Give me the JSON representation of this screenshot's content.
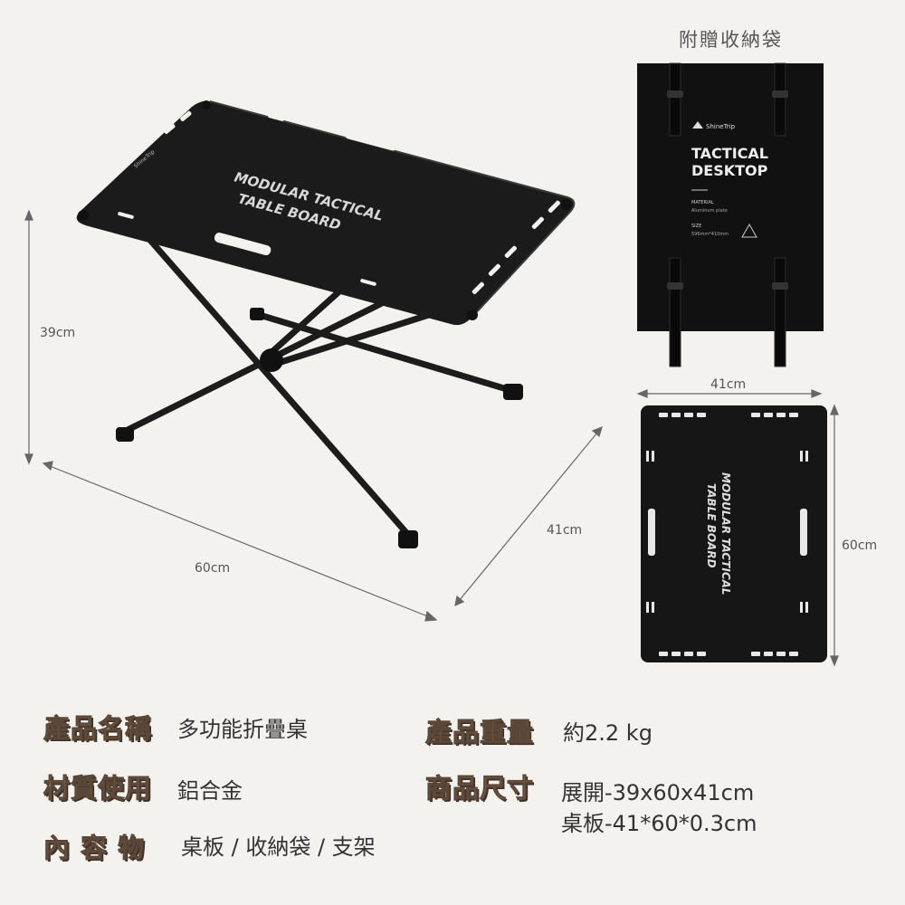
{
  "bag_caption": "附贈收納袋",
  "dimensions": {
    "height_left": "39cm",
    "width_front": "60cm",
    "depth_right": "41cm",
    "board_width": "41cm",
    "board_height": "60cm"
  },
  "table_print": {
    "brand": "ShineTrip",
    "line1": "MODULAR TACTICAL",
    "line2": "TABLE BOARD"
  },
  "bag_print": {
    "brand": "ShineTrip",
    "title1": "TACTICAL",
    "title2": "DESKTOP",
    "material_label": "MATERIAL",
    "material_value": "Aluminum plate",
    "size_label": "SIZE",
    "size_value": "596mm*410mm"
  },
  "specs": {
    "name_label": "產品名稱",
    "name_value": "多功能折疊桌",
    "weight_label": "產品重量",
    "weight_value": "約2.2 kg",
    "material_label": "材質使用",
    "material_value": "鋁合金",
    "size_label": "商品尺寸",
    "size_value_1": "展開-39x60x41cm",
    "size_value_2": "桌板-41*60*0.3cm",
    "contents_label": "內 容 物",
    "contents_value": "桌板 / 收納袋 / 支架"
  }
}
